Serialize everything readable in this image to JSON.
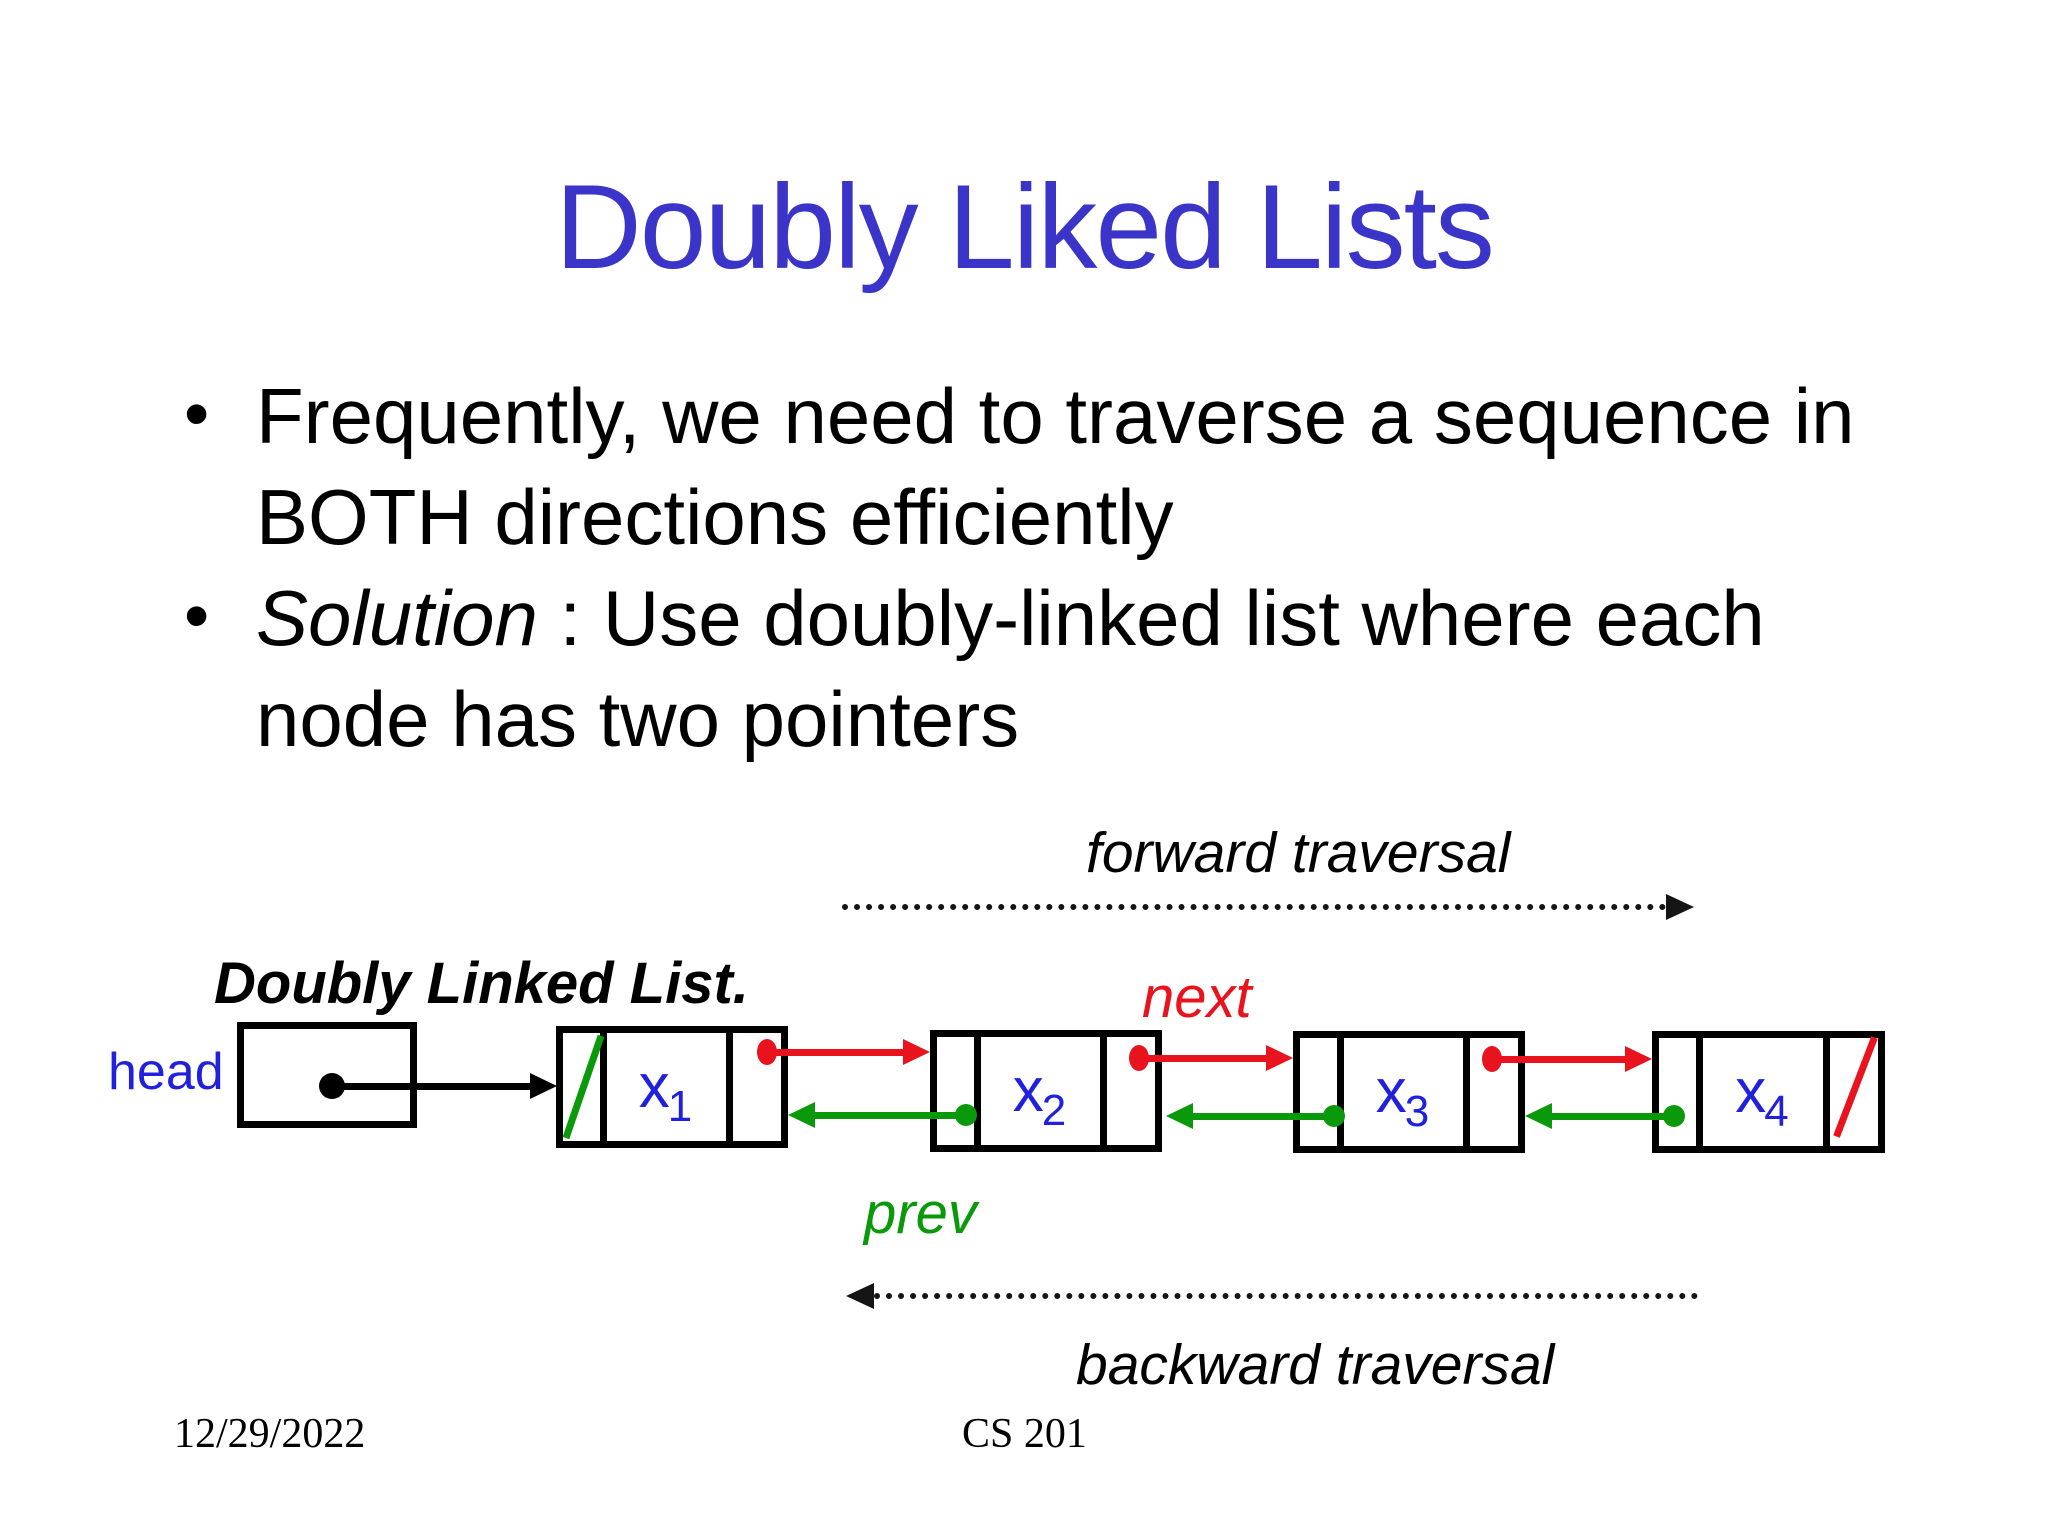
{
  "slide": {
    "title": "Doubly Liked Lists",
    "bullets": [
      {
        "text": "Frequently, we need to traverse a sequence in BOTH directions efficiently"
      },
      {
        "lead_italic": "Solution",
        "rest": " : Use doubly-linked list where each node has two pointers"
      }
    ],
    "footer": {
      "date": "12/29/2022",
      "course": "CS 201"
    }
  },
  "diagram": {
    "caption": "Doubly Linked List.",
    "head_label": "head",
    "next_label": "next",
    "prev_label": "prev",
    "forward_label": "forward traversal",
    "backward_label": "backward traversal",
    "nodes": [
      {
        "base": "x",
        "sub": "1"
      },
      {
        "base": "x",
        "sub": "2"
      },
      {
        "base": "x",
        "sub": "3"
      },
      {
        "base": "x",
        "sub": "4"
      }
    ]
  },
  "colors": {
    "title_blue": "#3a35c8",
    "diagram_blue": "#2121dd",
    "next_red": "#e8131d",
    "prev_green": "#0a990a",
    "ink": "#000000"
  }
}
